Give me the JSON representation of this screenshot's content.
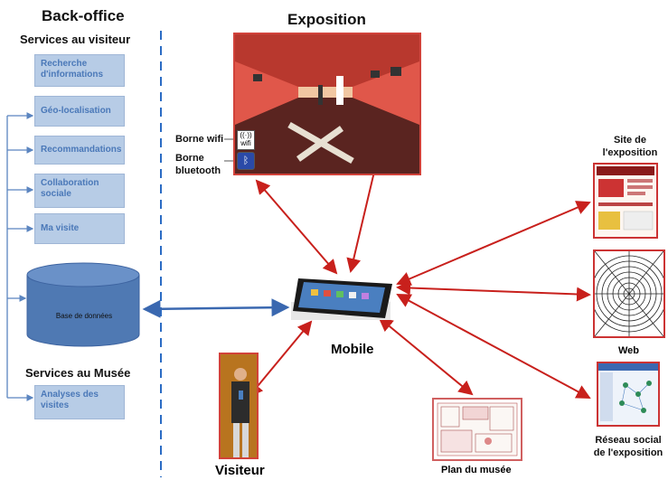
{
  "backoffice": {
    "title": "Back-office",
    "visitor_services_title": "Services au visiteur",
    "visitor_services": [
      "Recherche d'informations",
      "Géo-localisation",
      "Recommandations",
      "Collaboration sociale",
      "Ma visite"
    ],
    "database_label": "Base de données",
    "museum_services_title": "Services au Musée",
    "museum_services": [
      "Analyses des visites"
    ]
  },
  "exposition": {
    "title": "Exposition",
    "wifi_label": "Borne wifi",
    "bluetooth_label": "Borne bluetooth"
  },
  "mobile": {
    "label": "Mobile"
  },
  "visitor": {
    "label": "Visiteur"
  },
  "plan": {
    "label": "Plan du musée"
  },
  "site": {
    "label": "Site de l'exposition"
  },
  "web": {
    "label": "Web"
  },
  "social": {
    "label": "Réseau social de l'exposition"
  },
  "colors": {
    "arrow_red": "#c8201c",
    "arrow_blue": "#3a68b0",
    "divider": "#2b6cc4",
    "box_fill": "#b7cce6",
    "db_fill": "#4f79b3"
  }
}
